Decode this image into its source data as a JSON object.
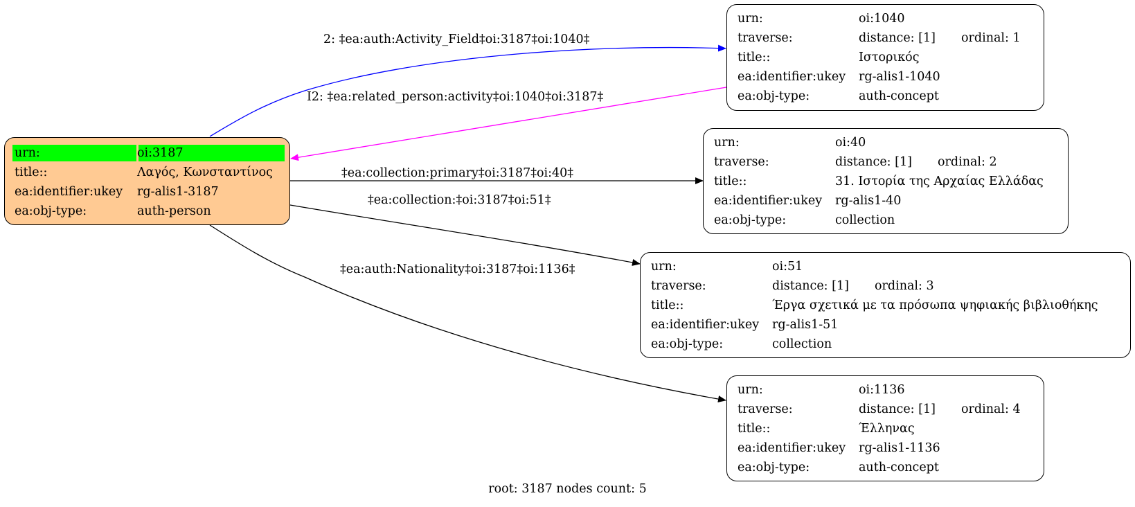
{
  "root_node": {
    "urn_key": "urn:",
    "urn_value": "oi:3187",
    "title_key": "title::",
    "title_value": "Λαγός, Κωνσταντίνος",
    "ukey_key": "ea:identifier:ukey",
    "ukey_value": "rg-alis1-3187",
    "type_key": "ea:obj-type:",
    "type_value": "auth-person"
  },
  "nodes": [
    {
      "urn_key": "urn:",
      "urn_value": "oi:1040",
      "traverse_key": "traverse:",
      "distance": "distance: [1]",
      "ordinal": "ordinal: 1",
      "title_key": "title::",
      "title_value": "Ιστορικός",
      "ukey_key": "ea:identifier:ukey",
      "ukey_value": "rg-alis1-1040",
      "type_key": "ea:obj-type:",
      "type_value": "auth-concept"
    },
    {
      "urn_key": "urn:",
      "urn_value": "oi:40",
      "traverse_key": "traverse:",
      "distance": "distance: [1]",
      "ordinal": "ordinal: 2",
      "title_key": "title::",
      "title_value": "31. Ιστορία της Αρχαίας Ελλάδας",
      "ukey_key": "ea:identifier:ukey",
      "ukey_value": "rg-alis1-40",
      "type_key": "ea:obj-type:",
      "type_value": "collection"
    },
    {
      "urn_key": "urn:",
      "urn_value": "oi:51",
      "traverse_key": "traverse:",
      "distance": "distance: [1]",
      "ordinal": "ordinal: 3",
      "title_key": "title::",
      "title_value": "Έργα σχετικά με τα πρόσωπα ψηφιακής βιβλιοθήκης",
      "ukey_key": "ea:identifier:ukey",
      "ukey_value": "rg-alis1-51",
      "type_key": "ea:obj-type:",
      "type_value": "collection"
    },
    {
      "urn_key": "urn:",
      "urn_value": "oi:1136",
      "traverse_key": "traverse:",
      "distance": "distance: [1]",
      "ordinal": "ordinal: 4",
      "title_key": "title::",
      "title_value": "Έλληνας",
      "ukey_key": "ea:identifier:ukey",
      "ukey_value": "rg-alis1-1136",
      "type_key": "ea:obj-type:",
      "type_value": "auth-concept"
    }
  ],
  "edges": [
    {
      "label": "2: ‡ea:auth:Activity_Field‡oi:3187‡oi:1040‡",
      "color": "#0000ff"
    },
    {
      "label": "I2: ‡ea:related_person:activity‡oi:1040‡oi:3187‡",
      "color": "#ff00ff"
    },
    {
      "label": "‡ea:collection:primary‡oi:3187‡oi:40‡",
      "color": "#000000"
    },
    {
      "label": "‡ea:collection:‡oi:3187‡oi:51‡",
      "color": "#000000"
    },
    {
      "label": "‡ea:auth:Nationality‡oi:3187‡oi:1136‡",
      "color": "#000000"
    }
  ],
  "footer": "root: 3187 nodes count: 5",
  "colors": {
    "root_fill": "#ffca93",
    "urn_highlight": "#00ff00"
  }
}
